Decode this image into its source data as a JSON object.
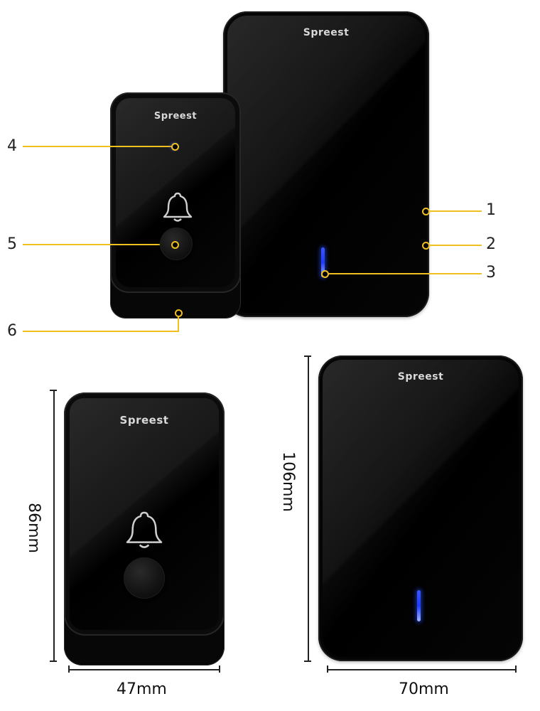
{
  "brand": "Spreest",
  "callouts": [
    "1",
    "2",
    "3",
    "4",
    "5",
    "6"
  ],
  "dimensions": {
    "button_height": "86mm",
    "button_width": "47mm",
    "receiver_height": "106mm",
    "receiver_width": "70mm"
  },
  "colors": {
    "callout_line": "#f0c020",
    "device_body": "#050505",
    "led": "#1e3cff"
  },
  "icons": [
    "bell-icon",
    "push-button-icon",
    "led-indicator-icon"
  ]
}
